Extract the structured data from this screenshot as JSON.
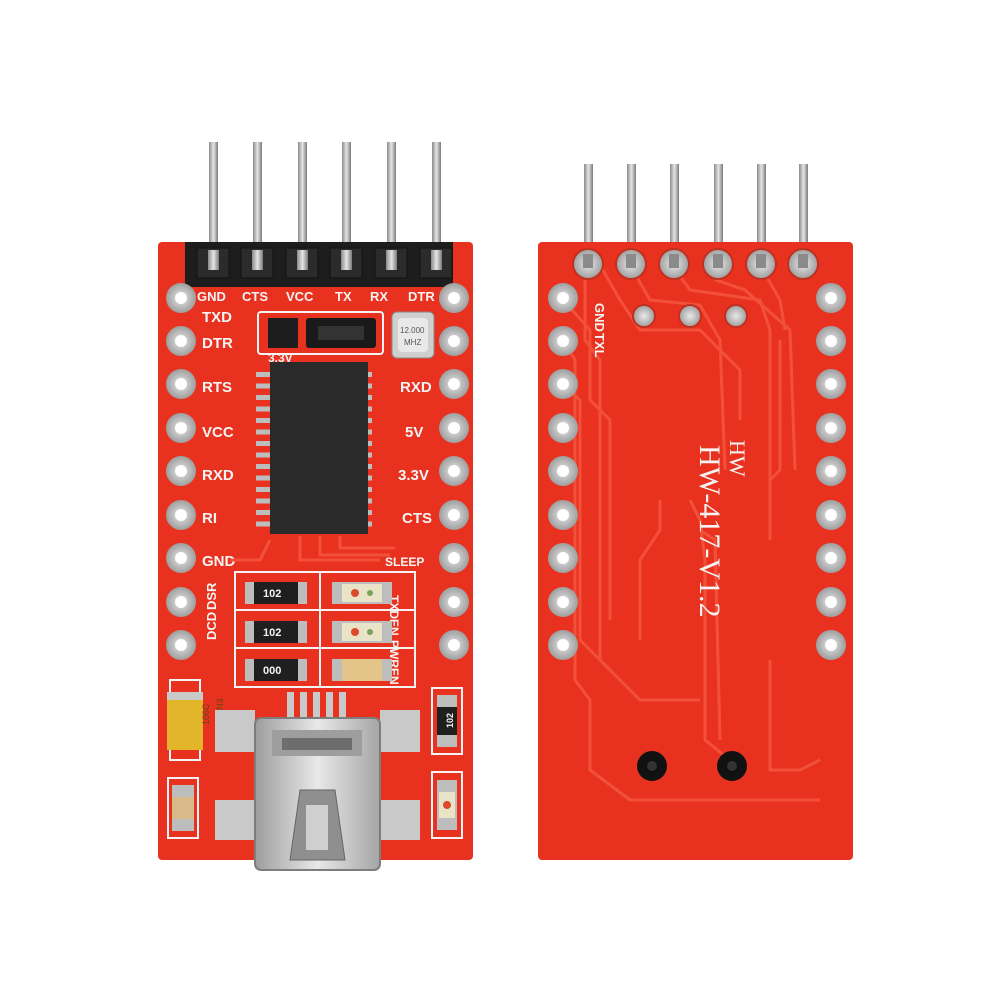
{
  "front_board": {
    "header_pins": [
      "GND",
      "CTS",
      "VCC",
      "TX",
      "RX",
      "DTR"
    ],
    "left_pins": [
      "TXD",
      "DTR",
      "RTS",
      "VCC",
      "RXD",
      "RI",
      "GND",
      "DCD",
      "DSR"
    ],
    "right_pins": [
      "RXD",
      "5V",
      "3.3V",
      "CTS",
      "SLEEP",
      "TXDEN",
      "PWREN"
    ],
    "jumper_label": "3.3V",
    "crystal_label_1": "12.000",
    "crystal_label_2": "MHZ",
    "resistor_codes": [
      "102",
      "102",
      "000",
      "102"
    ],
    "capacitor_codes": [
      "106C",
      "518N3"
    ]
  },
  "back_board": {
    "labels": [
      "GND",
      "TXL"
    ],
    "brand": "HW",
    "model": "HW-417-V1.2"
  },
  "colors": {
    "pcb": "#e8321f",
    "pcb_trace": "#f2503a",
    "pad": "#c9c9c9",
    "chip": "#2a2a2a",
    "silk": "#f4f4f4",
    "usb_metal": "#bdbdbd",
    "capacitor": "#e3b52a"
  }
}
